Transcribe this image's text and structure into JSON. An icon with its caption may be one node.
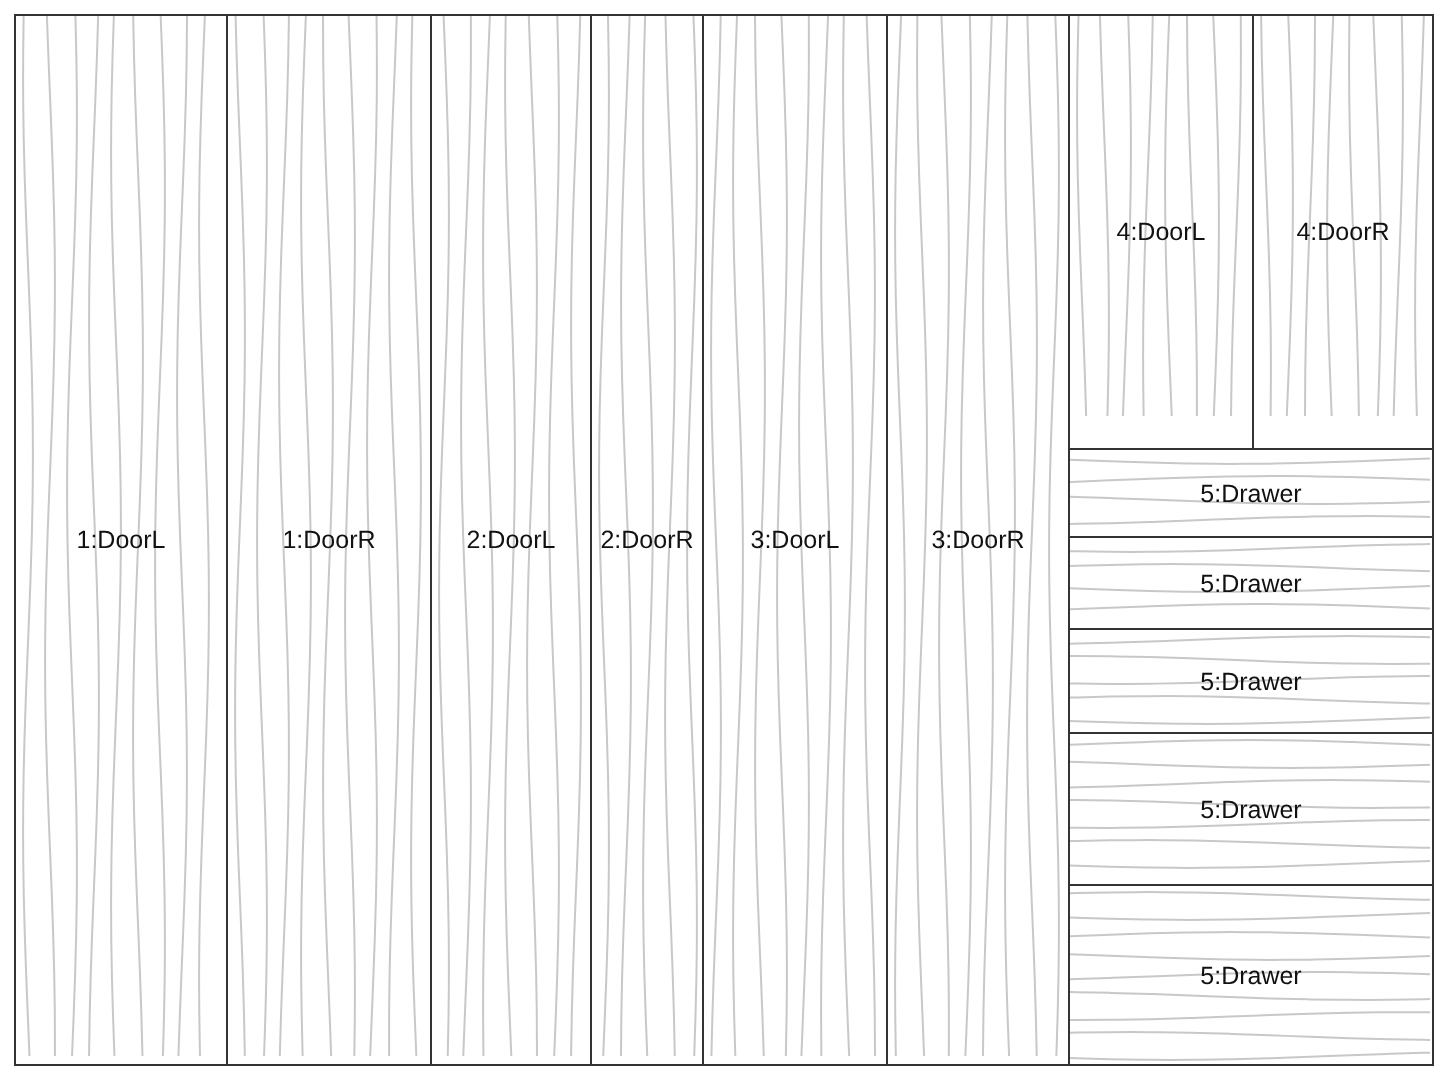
{
  "diagram": {
    "nodes": [
      {
        "text": [
          "1:DoorL"
        ]
      },
      {
        "text": [
          "1:DoorR"
        ]
      },
      {
        "text": [
          "2:DoorL"
        ]
      },
      {
        "text": [
          "2:DoorR"
        ]
      },
      {
        "text": [
          "3:DoorL"
        ]
      },
      {
        "text": [
          "3:DoorR"
        ]
      },
      {
        "text": [
          "4:DoorL"
        ]
      },
      {
        "text": [
          "4:DoorR"
        ]
      },
      {
        "text": [
          "5:Drawer"
        ]
      },
      {
        "text": [
          "5:Drawer"
        ]
      },
      {
        "text": [
          "5:Drawer"
        ]
      },
      {
        "text": [
          "5:Drawer"
        ]
      },
      {
        "text": [
          "5:Drawer"
        ]
      }
    ]
  }
}
